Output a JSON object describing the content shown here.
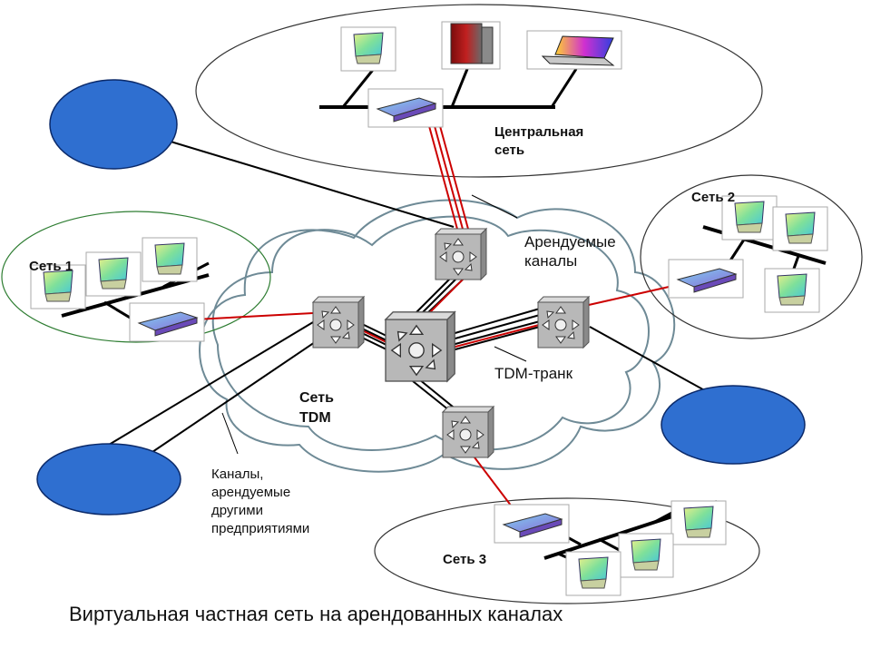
{
  "labels": {
    "central_net": "Центральная\nсеть",
    "net1": "Сеть 1",
    "net2": "Сеть 2",
    "net3": "Сеть 3",
    "tdm_net": "Сеть\nTDM",
    "leased_channels": "Арендуемые\nканалы",
    "tdm_trunk": "TDM-транк",
    "other_channels": "Каналы,\nарендуемые\nдругими\nпредприятиями"
  },
  "caption": "Виртуальная частная сеть на арендованных каналах",
  "colors": {
    "leased_line": "#cc0000",
    "trunk_line": "#000000",
    "cloud_outline": "#6e8a96",
    "other_org_fill": "#2f6fd0",
    "net1_outline": "#2e7d32",
    "switch_fill": "#b8b8b8"
  }
}
